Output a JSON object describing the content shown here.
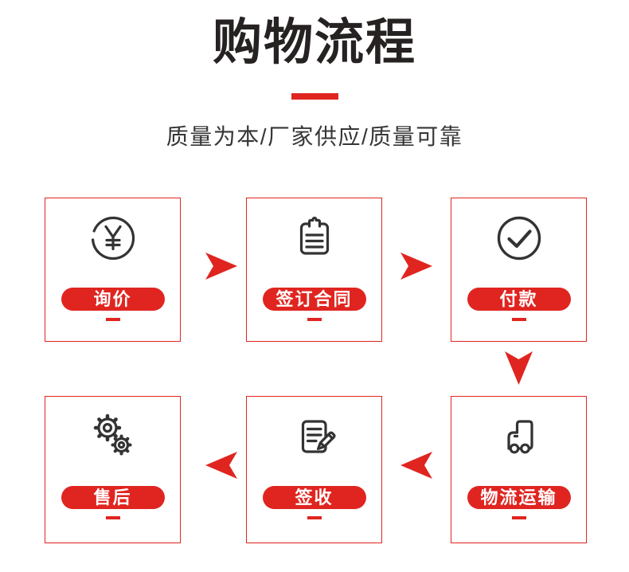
{
  "header": {
    "title": "购物流程",
    "subtitle": "质量为本/厂家供应/质量可靠"
  },
  "steps": [
    {
      "label": "询价",
      "icon": "yuan-circle-icon"
    },
    {
      "label": "签订合同",
      "icon": "contract-clipboard-icon"
    },
    {
      "label": "付款",
      "icon": "check-circle-icon"
    },
    {
      "label": "物流运输",
      "icon": "truck-icon"
    },
    {
      "label": "签收",
      "icon": "document-pencil-icon"
    },
    {
      "label": "售后",
      "icon": "gears-icon"
    }
  ],
  "flow_arrows": [
    {
      "direction": "right"
    },
    {
      "direction": "right"
    },
    {
      "direction": "down"
    },
    {
      "direction": "left"
    },
    {
      "direction": "left"
    }
  ],
  "colors": {
    "accent_red": "#e02520",
    "ink_dark": "#272222",
    "icon_gray": "#333333"
  }
}
